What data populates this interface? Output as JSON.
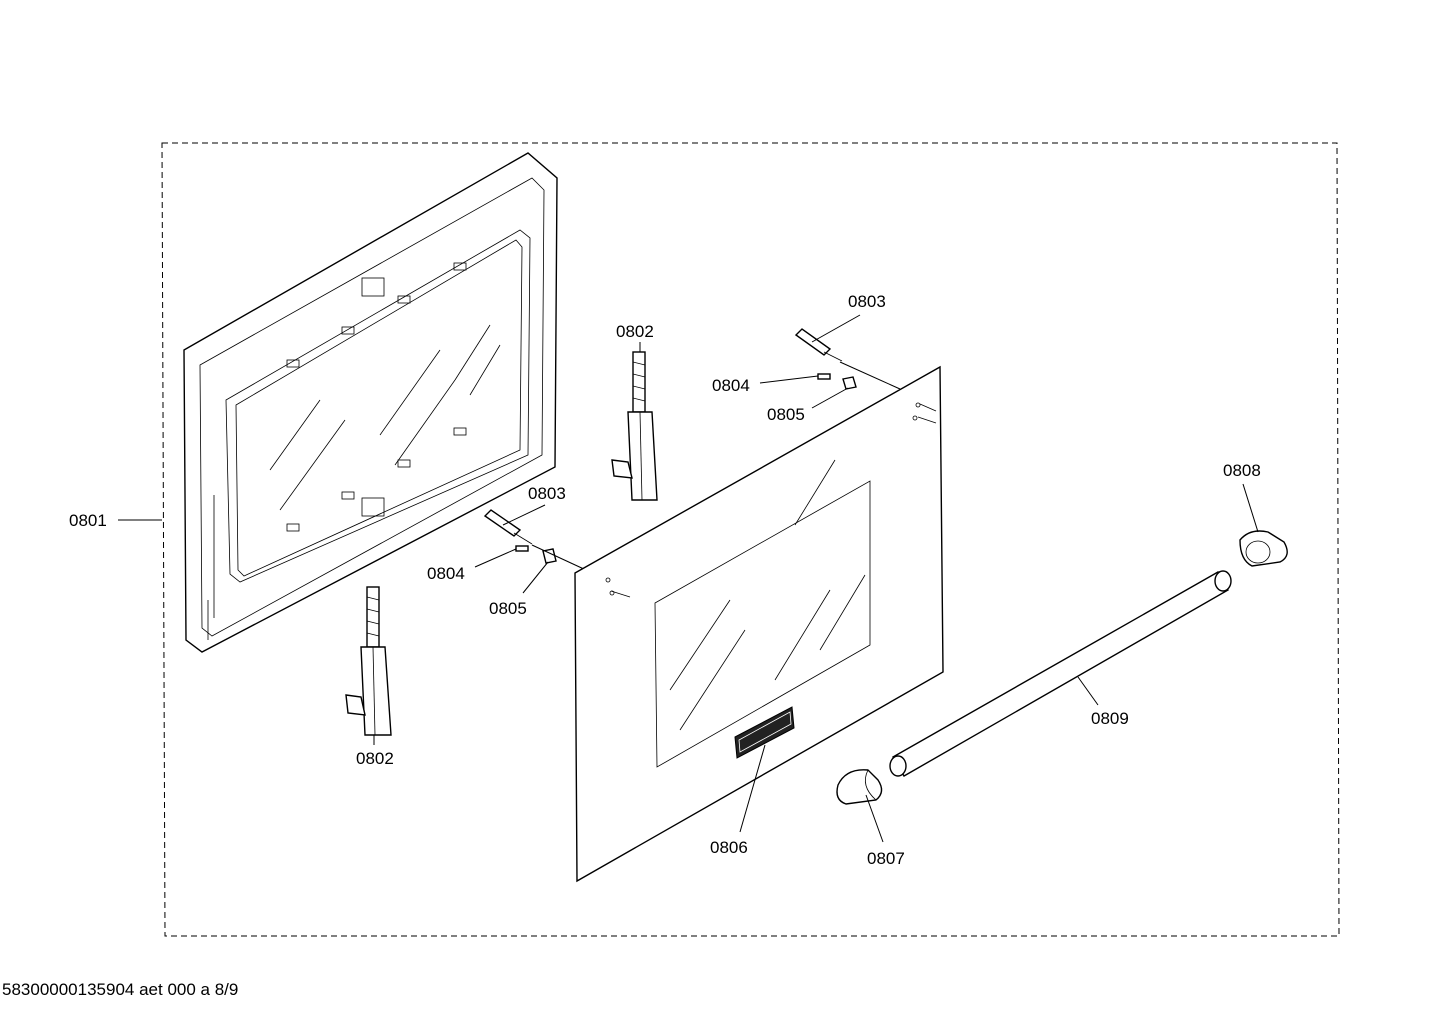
{
  "labels": {
    "p0801": "0801",
    "p0802_upper": "0802",
    "p0802_lower": "0802",
    "p0803_upper": "0803",
    "p0803_lower": "0803",
    "p0804_upper": "0804",
    "p0804_lower": "0804",
    "p0805_upper": "0805",
    "p0805_lower": "0805",
    "p0806": "0806",
    "p0807": "0807",
    "p0808": "0808",
    "p0809": "0809"
  },
  "footer": {
    "code": "58300000135904 aet 000 a 8/9"
  },
  "icons": {
    "badge": "brand-badge-icon"
  }
}
